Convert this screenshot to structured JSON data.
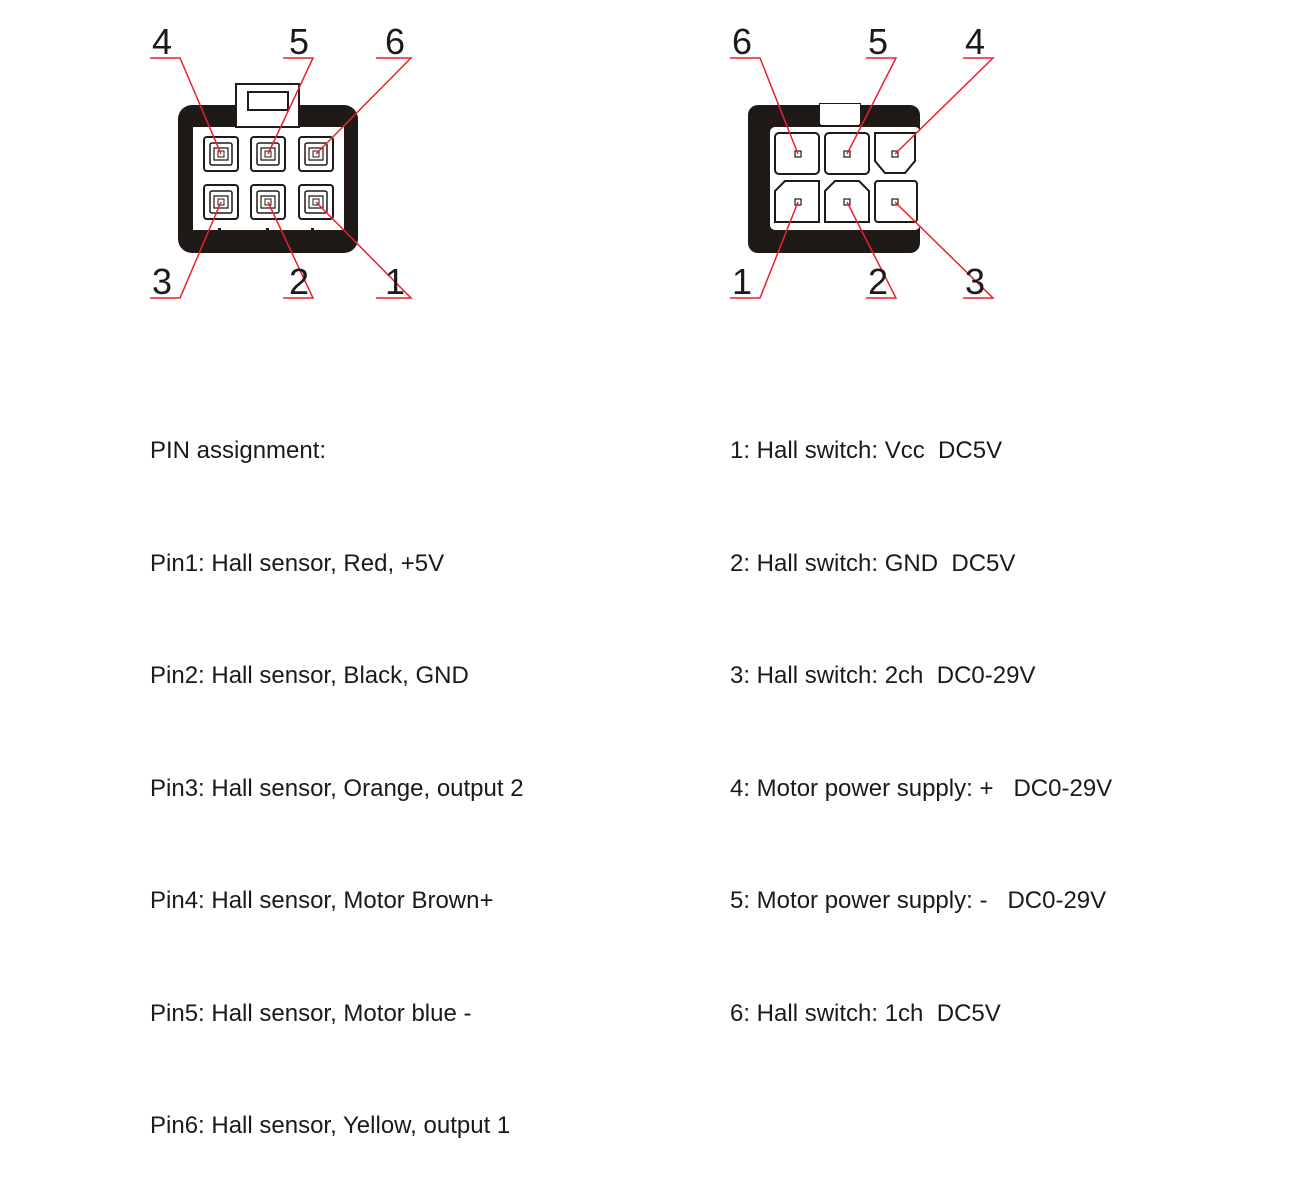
{
  "diagram": {
    "left_connector": {
      "top_labels": [
        "4",
        "5",
        "6"
      ],
      "bottom_labels": [
        "3",
        "2",
        "1"
      ]
    },
    "right_connector": {
      "top_labels": [
        "6",
        "5",
        "4"
      ],
      "bottom_labels": [
        "1",
        "2",
        "3"
      ]
    },
    "colors": {
      "leader_line": "#e8222d",
      "housing": "#1f1a17",
      "text": "#1a1a1a"
    }
  },
  "left_text": {
    "heading": "PIN assignment:",
    "lines": [
      "Pin1: Hall sensor, Red, +5V",
      "Pin2: Hall sensor, Black, GND",
      "Pin3: Hall sensor, Orange, output 2",
      "Pin4: Hall sensor, Motor Brown+",
      "Pin5: Hall sensor, Motor blue -",
      "Pin6: Hall sensor, Yellow, output 1"
    ]
  },
  "right_text": {
    "lines": [
      "1: Hall switch: Vcc  DC5V",
      "2: Hall switch: GND  DC5V",
      "3: Hall switch: 2ch  DC0-29V",
      "4: Motor power supply: +   DC0-29V",
      "5: Motor power supply: -   DC0-29V",
      "6: Hall switch: 1ch  DC5V"
    ]
  }
}
